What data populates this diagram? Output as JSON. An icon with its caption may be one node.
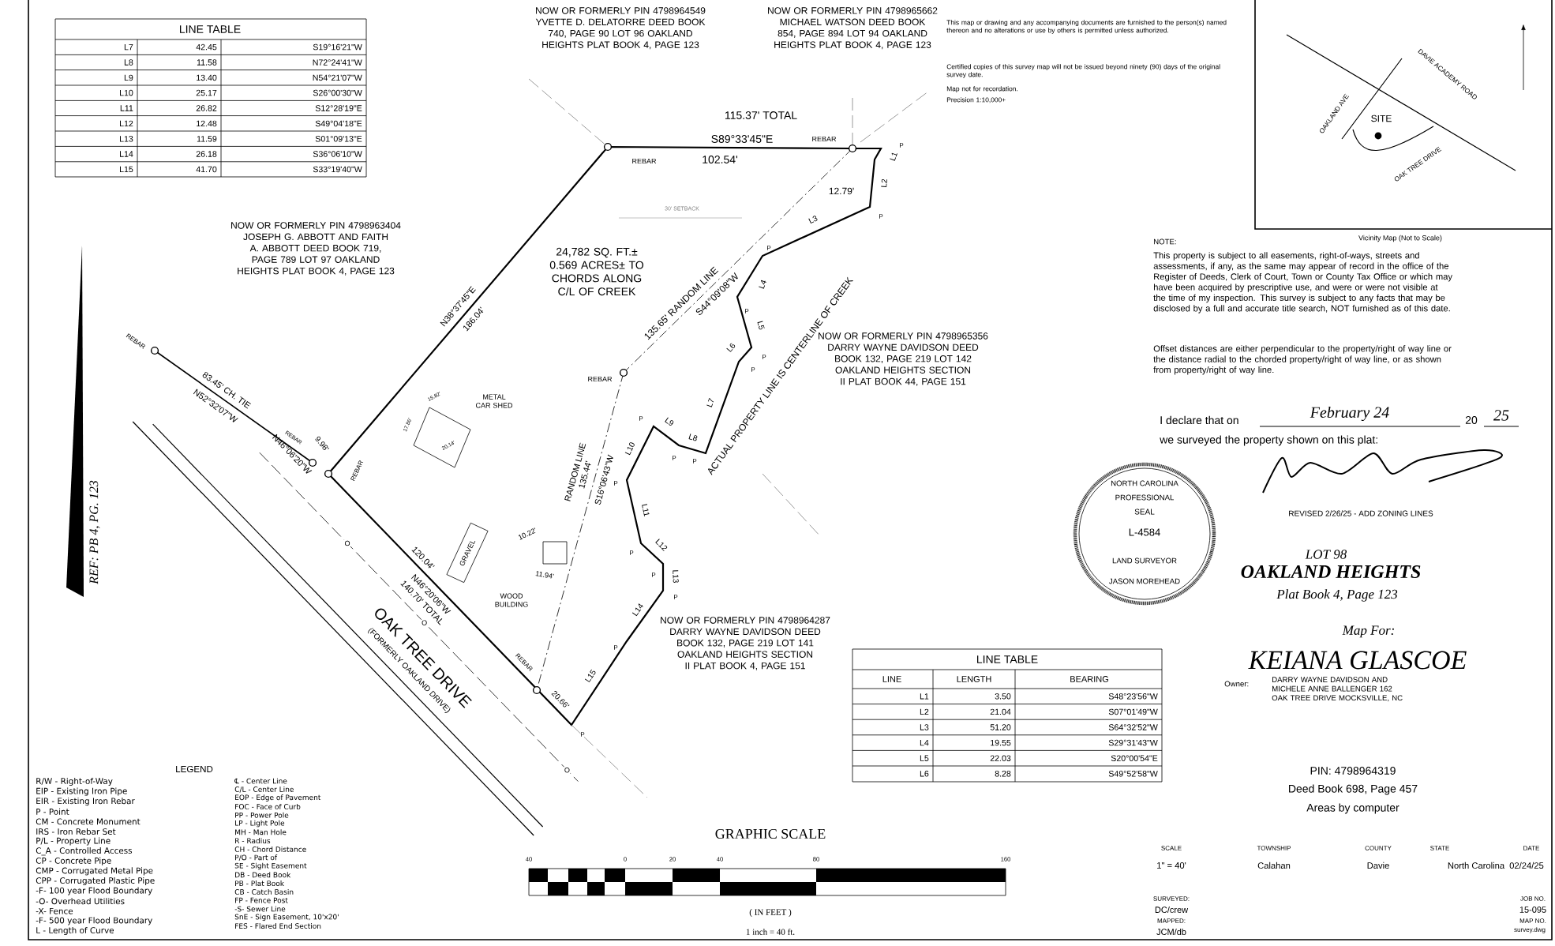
{
  "diagram": {
    "labels": [
      "LINE TABLE",
      "L7",
      "42.45",
      "S19°16'21\"W",
      "L8",
      "11.58",
      "N72°24'41\"W",
      "L9",
      "13.40",
      "N54°21'07\"W",
      "L10",
      "25.17",
      "S26°00'30\"W",
      "L11",
      "26.82",
      "S12°28'19\"E",
      "L12",
      "12.48",
      "S49°04'18\"E",
      "L13",
      "11.59",
      "S01°09'13\"E",
      "L14",
      "26.18",
      "S36°06'10\"W",
      "L15",
      "41.70",
      "S33°19'40\"W",
      "NOW OR FORMERLY PIN 4798963404 JOSEPH G. ABBOTT AND FAITH A. ABBOTT DEED BOOK 719, PAGE 789 LOT 97 OAKLAND HEIGHTS PLAT BOOK 4, PAGE 123",
      "NOW OR FORMERLY PIN 4798964549 YVETTE D. DELATORRE DEED BOOK 740, PAGE 90 LOT 96 OAKLAND HEIGHTS PLAT BOOK 4, PAGE 123",
      "NOW OR FORMERLY PIN 4798965662 MICHAEL WATSON DEED BOOK 854, PAGE 894 LOT 94 OAKLAND HEIGHTS PLAT BOOK 4, PAGE 123",
      "This map or drawing and any accompanying documents are furnished to the person(s) named thereon and no alterations or use by others is permitted unless authorized.",
      "Certified copies of this survey map will not be issued beyond ninety (90) days of the original survey date.",
      "Map not for recordation.",
      "Precision 1:10,000+",
      "DAVIE ACADEMY ROAD",
      "OAKLAND AVE",
      "SITE",
      "OAK TREE DRIVE",
      "NOTE:",
      "Vicinity Map (Not to Scale)",
      "This property is subject to all easements, right-of-ways, streets and assessments, if any, as the same may appear of record in the office of the Register of Deeds, Clerk of Court, Town or County Tax Office or which may have been acquired by prescriptive use, and were or were not visible at the time of my inspection. This survey is subject to any facts that may be disclosed by a full and accurate title search, NOT furnished as of this date.",
      "Offset distances are either perpendicular to the property/right of way line or the distance radial to the chorded property/right of way line, or as shown from property/right of way line.",
      "I declare that on",
      "February 24",
      "20",
      "25",
      "we surveyed the property shown on this plat:",
      "NORTH CAROLINA",
      "PROFESSIONAL",
      "SEAL",
      "L-4584",
      "LAND SURVEYOR",
      "JASON MOREHEAD",
      "REVISED 2/26/25 - ADD ZONING LINES",
      "LOT 98",
      "OAKLAND HEIGHTS",
      "Plat Book 4, Page 123",
      "Map For:",
      "KEIANA GLASCOE",
      "Owner:",
      "DARRY WAYNE DAVIDSON AND MICHELE ANNE BALLENGER 162 OAK TREE DRIVE MOCKSVILLE, NC",
      "PIN: 4798964319",
      "Deed Book 698, Page 457",
      "Areas by computer",
      "SCALE",
      "TOWNSHIP",
      "COUNTY",
      "STATE",
      "DATE",
      "1\" = 40'",
      "Calahan",
      "Davie",
      "North Carolina",
      "02/24/25",
      "SURVEYED:",
      "JOB NO.",
      "DC/crew",
      "15-095",
      "MAPPED:",
      "MAP NO.",
      "JCM/db",
      "survey.dwg",
      "LINE TABLE",
      "LINE",
      "LENGTH",
      "BEARING",
      "L1",
      "3.50",
      "S48°23'56\"W",
      "L2",
      "21.04",
      "S07°01'49\"W",
      "L3",
      "51.20",
      "S64°32'52\"W",
      "L4",
      "19.55",
      "S29°31'43\"W",
      "L5",
      "22.03",
      "S20°00'54\"E",
      "L6",
      "8.28",
      "S49°52'58\"W",
      "GRAPHIC SCALE",
      "40",
      "0",
      "20",
      "40",
      "80",
      "160",
      "( IN FEET )",
      "1 inch = 40 ft.",
      "LEGEND",
      "NOW OR FORMERLY PIN 4798965356 DARRY WAYNE DAVIDSON DEED BOOK 132, PAGE 219 LOT 142 OAKLAND HEIGHTS SECTION II PLAT BOOK 44, PAGE 151",
      "NOW OR FORMERLY PIN 4798964287 DARRY WAYNE DAVIDSON DEED BOOK 132, PAGE 219 LOT 141 OAKLAND HEIGHTS SECTION II PLAT BOOK 4, PAGE 151",
      "REF: PB 4, PG. 123",
      "REBAR",
      "83.45' CH. TIE",
      "N52°32'07\"W",
      "REBAR",
      "9.98'",
      "N46°06'20\"W",
      "REBAR",
      "N38°37'45\"E",
      "186.04'",
      "METAL CAR SHED",
      "15.82'",
      "17.86'",
      "20.14'",
      "120.04'",
      "GRAVEL",
      "N46°20'06\"W",
      "140.70' TOTAL",
      "OAK TREE DRIVE",
      "(FORMERLY OAKLAND DRIVE)",
      "WOOD BUILDING",
      "10.22'",
      "11.94'",
      "REBAR",
      "20.66'",
      "RANDOM LINE",
      "135.44'",
      "S16°06'43\"W",
      "24,782 SQ. FT.± 0.569 ACRES± TO CHORDS ALONG C/L OF CREEK",
      "30' SETBACK",
      "115.37' TOTAL",
      "S89°33'45\"E",
      "REBAR",
      "102.54'",
      "REBAR",
      "12.79'",
      "135.65' RANDOM LINE",
      "S44°09'08\"W",
      "REBAR",
      "ACTUAL PROPERTY LINE IS CENTERLINE OF CREEK",
      "L1",
      "L2",
      "L3",
      "L4",
      "L5",
      "L6",
      "L7",
      "L8",
      "L9",
      "L10",
      "L11",
      "L12",
      "L13",
      "L14",
      "L15",
      "P",
      "P",
      "P",
      "P",
      "P",
      "P",
      "P",
      "P",
      "P",
      "P",
      "P",
      "P",
      "P",
      "P",
      "P",
      "O",
      "O",
      "O"
    ],
    "legend": [
      {
        "text": "R/W - Right-of-Way"
      },
      {
        "text": "EIP - Existing Iron Pipe"
      },
      {
        "text": "EIR - Existing Iron Rebar"
      },
      {
        "text": "P - Point"
      },
      {
        "text": "CM - Concrete Monument"
      },
      {
        "text": "IRS - Iron Rebar Set"
      },
      {
        "text": "P/L - Property Line"
      },
      {
        "text": "C_A - Controlled Access"
      },
      {
        "text": "CP - Concrete Pipe"
      },
      {
        "text": "CMP - Corrugated Metal Pipe"
      },
      {
        "text": "CPP - Corrugated Plastic Pipe"
      },
      {
        "text": "-F- 100 year Flood Boundary"
      },
      {
        "text": "-O- Overhead Utilities"
      },
      {
        "text": "-X- Fence"
      },
      {
        "text": "-F- 500 year Flood Boundary"
      },
      {
        "text": "L - Length of Curve"
      },
      {
        "text": "℄ - Center Line"
      },
      {
        "text": "C/L - Center Line"
      },
      {
        "text": "EOP - Edge of Pavement"
      },
      {
        "text": "FOC - Face of Curb"
      },
      {
        "text": "PP - Power Pole"
      },
      {
        "text": "LP - Light Pole"
      },
      {
        "text": "MH - Man Hole"
      },
      {
        "text": "R - Radius"
      },
      {
        "text": "CH - Chord Distance"
      },
      {
        "text": "P/O - Part of"
      },
      {
        "text": "SE - Sight Easement"
      },
      {
        "text": "DB - Deed Book"
      },
      {
        "text": "PB - Plat Book"
      },
      {
        "text": "CB - Catch Basin"
      },
      {
        "text": "FP - Fence Post"
      },
      {
        "text": "-S- Sewer Line"
      },
      {
        "text": "SnE - Sign Easement, 10'x20'"
      },
      {
        "text": "FES - Flared End Section"
      }
    ]
  }
}
